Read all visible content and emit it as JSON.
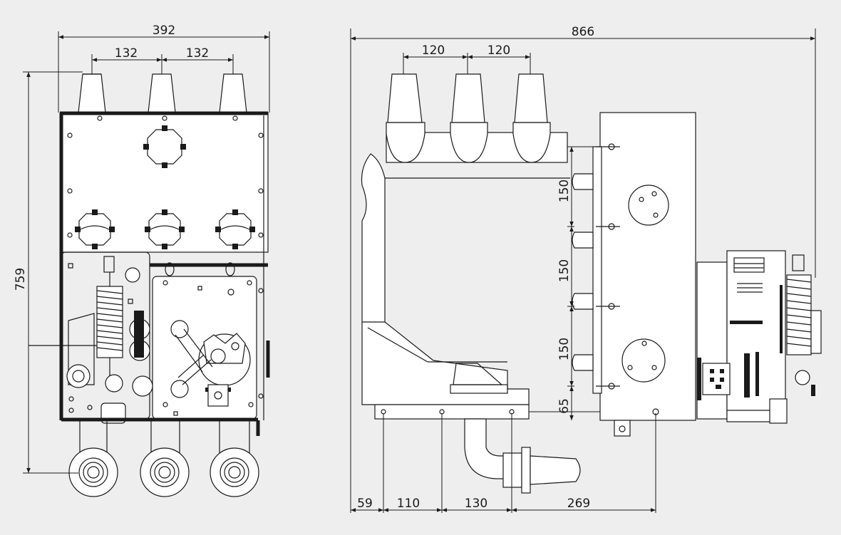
{
  "colors": {
    "background": "#eeeeee",
    "line": "#1a1a1a",
    "fill": "#ffffff"
  },
  "front_view": {
    "dim_overall_width": "392",
    "dim_pitch_left": "132",
    "dim_pitch_right": "132",
    "dim_overall_height": "759"
  },
  "side_view": {
    "dim_overall_depth": "866",
    "dim_pitch_1": "120",
    "dim_pitch_2": "120",
    "dim_vertical_1": "150",
    "dim_vertical_2": "150",
    "dim_vertical_3": "150",
    "dim_vertical_4": "65",
    "dim_bottom_1": "59",
    "dim_bottom_2": "110",
    "dim_bottom_3": "130",
    "dim_bottom_4": "269"
  }
}
